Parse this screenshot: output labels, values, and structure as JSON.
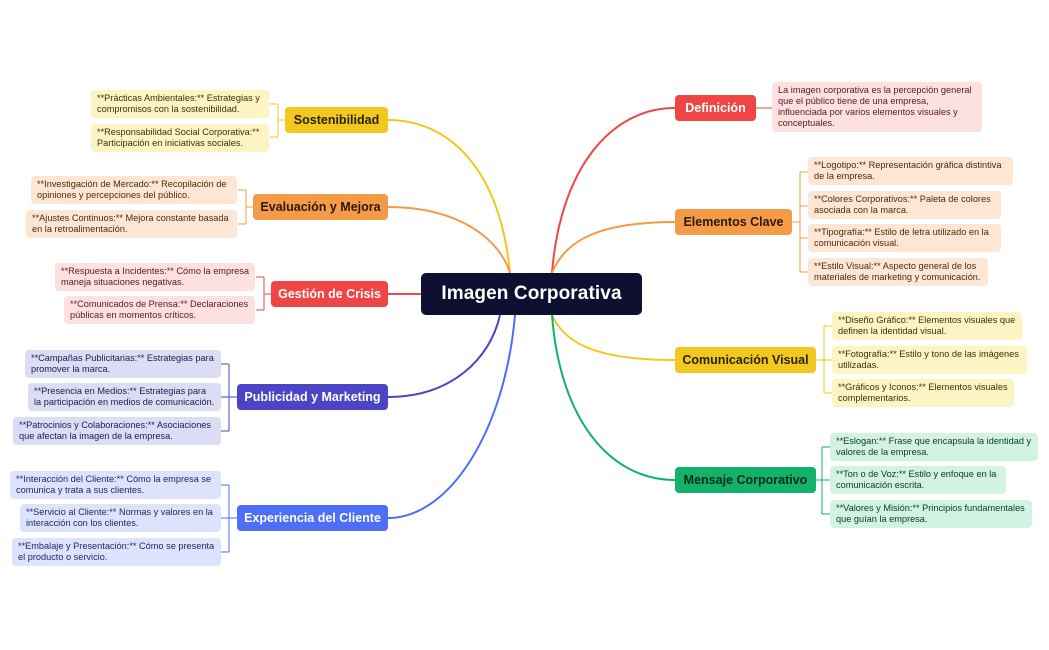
{
  "central": "Imagen Corporativa",
  "branches": {
    "definicion": {
      "label": "Definición",
      "color": "#f04545",
      "leaves": [
        "La imagen corporativa es la percepción general que el público tiene de una empresa, influenciada por varios elementos visuales y conceptuales."
      ]
    },
    "elementos": {
      "label": "Elementos Clave",
      "color": "#f59a46",
      "leaves": [
        "**Logotipo:** Representación gráfica distintiva de la empresa.",
        "**Colores Corporativos:** Paleta de colores asociada con la marca.",
        "**Tipografía:** Estilo de letra utilizado en la comunicación visual.",
        "**Estilo Visual:** Aspecto general de los materiales de marketing y comunicación."
      ]
    },
    "comunicacion": {
      "label": "Comunicación Visual",
      "color": "#f2c81e",
      "leaves": [
        "**Diseño Gráfico:** Elementos visuales que definen la identidad visual.",
        "**Fotografía:** Estilo y tono de las imágenes utilizadas.",
        "**Gráficos y Iconos:** Elementos visuales complementarios."
      ]
    },
    "mensaje": {
      "label": "Mensaje Corporativo",
      "color": "#12b26b",
      "leaves": [
        "**Eslogan:** Frase que encapsula la identidad y valores de la empresa.",
        "**Ton o de Voz:** Estilo y enfoque en la comunicación escrita.",
        "**Valores y Misión:** Principios fundamentales que guían la empresa."
      ]
    },
    "sostenibilidad": {
      "label": "Sostenibilidad",
      "color": "#f2c81e",
      "leaves": [
        "**Prácticas Ambientales:** Estrategias y compromisos con la sostenibilidad.",
        "**Responsabilidad Social Corporativa:** Participación en iniciativas sociales."
      ]
    },
    "evaluacion": {
      "label": "Evaluación y Mejora",
      "color": "#f59a46",
      "leaves": [
        "**Investigación de Mercado:** Recopilación de opiniones y percepciones del público.",
        "**Ajustes Continuos:** Mejora constante basada en la retroalimentación."
      ]
    },
    "crisis": {
      "label": "Gestión de Crisis",
      "color": "#f04545",
      "leaves": [
        "**Respuesta a Incidentes:** Cómo la empresa maneja situaciones negativas.",
        "**Comunicados de Prensa:** Declaraciones públicas en momentos críticos."
      ]
    },
    "publicidad": {
      "label": "Publicidad y Marketing",
      "color": "#4b45c6",
      "leaves": [
        "**Campañas Publicitarias:** Estrategias para promover la marca.",
        "**Presencia en Medios:** Estrategias para la participación en medios de comunicación.",
        "**Patrocinios y Colaboraciones:** Asociaciones que afectan la imagen de la empresa."
      ]
    },
    "experiencia": {
      "label": "Experiencia del Cliente",
      "color": "#4d6ef5",
      "leaves": [
        "**Interacción del Cliente:** Cómo la empresa se comunica y trata a sus clientes.",
        "**Servicio al Cliente:** Normas y valores en la interacción con los clientes.",
        "**Embalaje y Presentación:** Cómo se presenta el producto o servicio."
      ]
    }
  }
}
